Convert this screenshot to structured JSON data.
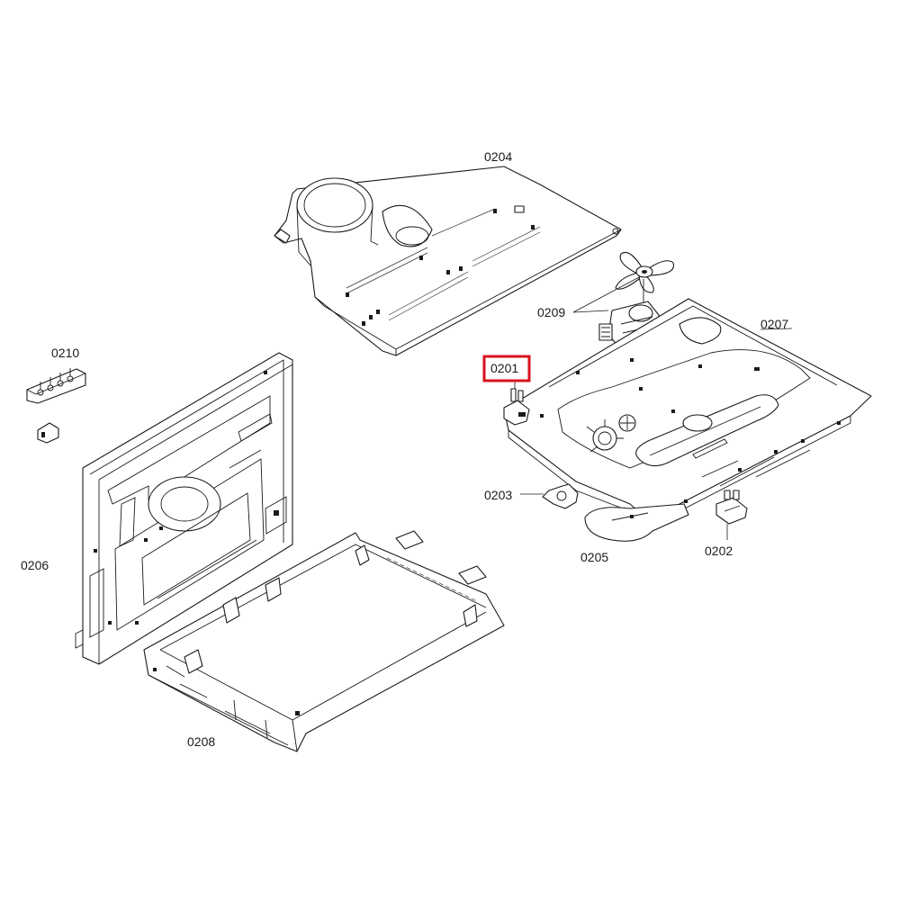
{
  "callouts": {
    "p0201": "0201",
    "p0202": "0202",
    "p0203": "0203",
    "p0204": "0204",
    "p0205": "0205",
    "p0206": "0206",
    "p0207": "0207",
    "p0208": "0208",
    "p0209": "0209",
    "p0210": "0210"
  },
  "highlight": {
    "part": "0201",
    "color": "#d9121e"
  },
  "colors": {
    "line": "#1a1a1a",
    "background": "#ffffff"
  }
}
